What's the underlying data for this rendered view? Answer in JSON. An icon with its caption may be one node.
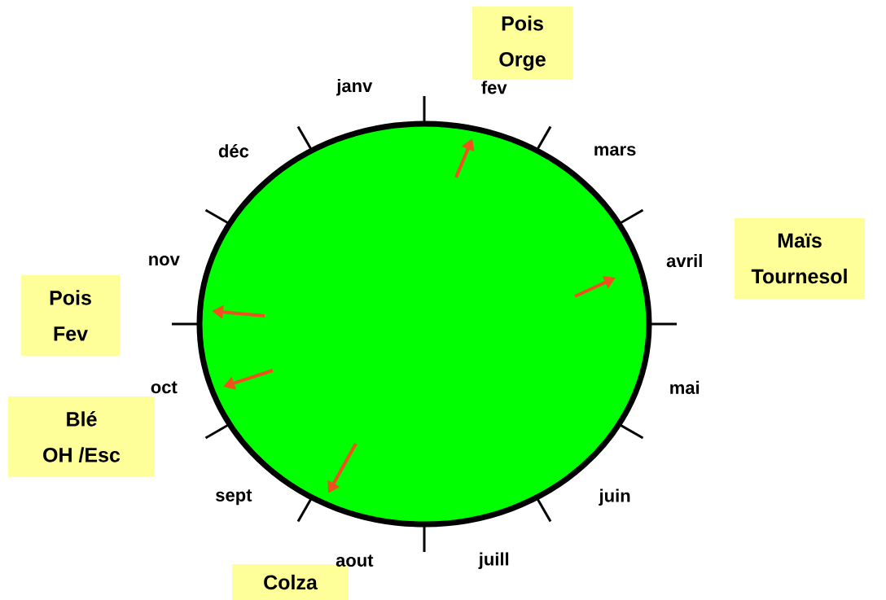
{
  "diagram": {
    "nodes": [
      {
        "text": [],
        "shape": "circle"
      },
      {
        "text": [
          "Pois",
          "Orge"
        ]
      },
      {
        "text": [
          "Maïs",
          "Tournesol"
        ]
      },
      {
        "text": [
          "Pois",
          "Fev"
        ]
      },
      {
        "text": [
          "Blé",
          "OH /Esc"
        ]
      },
      {
        "text": [
          "Colza"
        ]
      }
    ],
    "labels": [
      "janv",
      "fev",
      "mars",
      "avril",
      "mai",
      "juin",
      "juill",
      "aout",
      "sept",
      "oct",
      "nov",
      "déc"
    ]
  }
}
